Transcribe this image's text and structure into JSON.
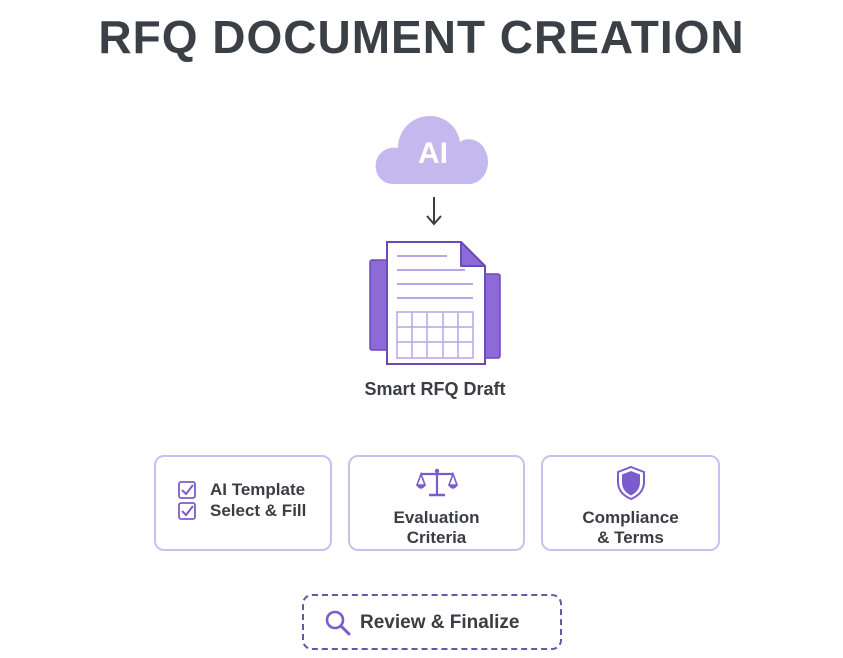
{
  "title": "RFQ DOCUMENT CREATION",
  "cloud_label": "AI",
  "document_label": "Smart RFQ Draft",
  "cards": [
    {
      "lines": [
        "AI Template",
        "Select & Fill"
      ],
      "icon": "checkbox-icon"
    },
    {
      "lines": [
        "Evaluation",
        "Criteria"
      ],
      "icon": "scales-icon"
    },
    {
      "lines": [
        "Compliance",
        "& Terms"
      ],
      "icon": "shield-icon"
    }
  ],
  "review_label": "Review & Finalize",
  "colors": {
    "accent": "#7c5ccc",
    "accent_light": "#c5b8ee",
    "card_border": "#cbbff0",
    "text": "#3a3d44"
  }
}
